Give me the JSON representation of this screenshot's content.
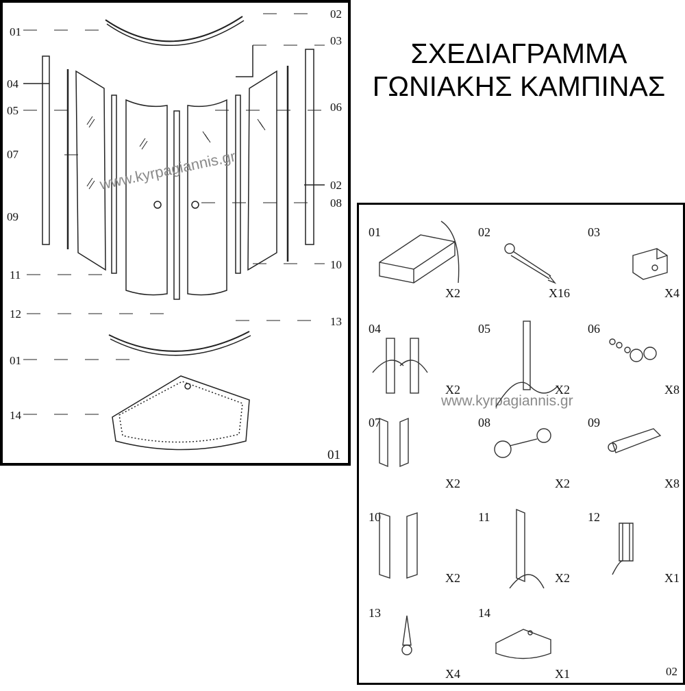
{
  "title": {
    "line1": "ΣΧΕΔΙΑΓΡΑΜΜΑ",
    "line2": "ΓΩΝΙΑΚΗΣ ΚΑΜΠΙΝΑΣ"
  },
  "watermark": "www.kyrpagiannis.gr",
  "exploded_view": {
    "page_number": "01",
    "callouts": [
      "01",
      "02",
      "03",
      "04",
      "05",
      "06",
      "07",
      "02",
      "08",
      "09",
      "10",
      "11",
      "12",
      "13",
      "01",
      "14"
    ]
  },
  "parts_list": {
    "page_number": "02",
    "parts": [
      {
        "num": "01",
        "qty": "X2"
      },
      {
        "num": "02",
        "qty": "X16"
      },
      {
        "num": "03",
        "qty": "X4"
      },
      {
        "num": "04",
        "qty": "X2"
      },
      {
        "num": "05",
        "qty": "X2"
      },
      {
        "num": "06",
        "qty": "X8"
      },
      {
        "num": "07",
        "qty": "X2"
      },
      {
        "num": "08",
        "qty": "X2"
      },
      {
        "num": "09",
        "qty": "X8"
      },
      {
        "num": "10",
        "qty": "X2"
      },
      {
        "num": "11",
        "qty": "X2"
      },
      {
        "num": "12",
        "qty": "X1"
      },
      {
        "num": "13",
        "qty": "X4"
      },
      {
        "num": "14",
        "qty": "X1"
      }
    ]
  }
}
